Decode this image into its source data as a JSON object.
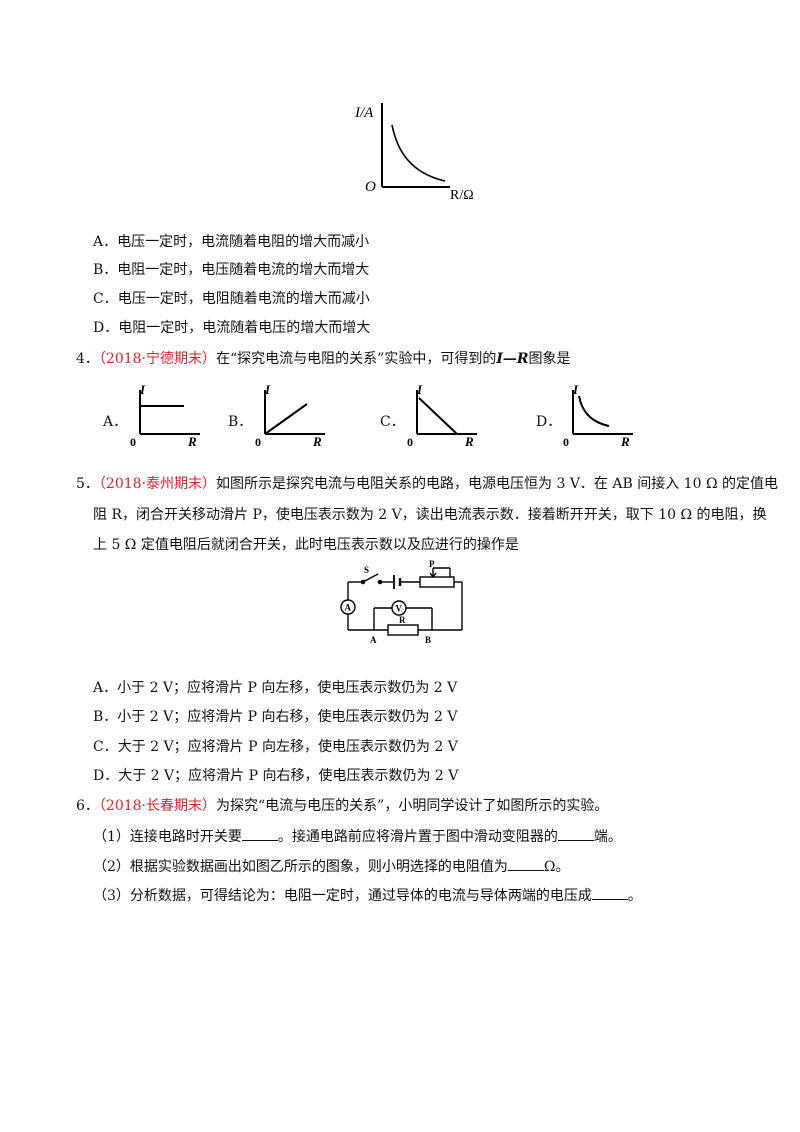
{
  "fig1": {
    "y_label": "I/A",
    "origin": "O",
    "x_label": "R/Ω"
  },
  "q3": {
    "options": [
      {
        "letter": "A．",
        "text": "电压一定时，电流随着电阻的增大而减小"
      },
      {
        "letter": "B．",
        "text": "电阻一定时，电压随着电流的增大而增大"
      },
      {
        "letter": "C．",
        "text": "电压一定时，电阻随着电流的增大而减小"
      },
      {
        "letter": "D．",
        "text": "电阻一定时，电流随着电压的增大而增大"
      }
    ]
  },
  "q4": {
    "number": "4．",
    "source": "（2018·宁德期末）",
    "stem_a": "在“探究电流与电阻的关系”实验中，可得到的",
    "stem_var": "I—R",
    "stem_b": "图象是",
    "graphs": [
      {
        "letter": "A．",
        "y": "I",
        "o": "0",
        "x": "R"
      },
      {
        "letter": "B．",
        "y": "I",
        "o": "0",
        "x": "R"
      },
      {
        "letter": "C．",
        "y": "I",
        "o": "0",
        "x": "R"
      },
      {
        "letter": "D．",
        "y": "I",
        "o": "0",
        "x": "R"
      }
    ]
  },
  "q5": {
    "number": "5．",
    "source": "（2018·泰州期末）",
    "line1": "如图所示是探究电流与电阻关系的电路，电源电压恒为 3 V．在 AB 间接入 10 Ω 的定值电",
    "line2": "阻 R，闭合开关移动滑片 P，使电压表示数为 2 V，读出电流表示数．接着断开开关，取下 10 Ω 的电阻，换",
    "line3": "上 5 Ω 定值电阻后就闭合开关，此时电压表示数以及应进行的操作是",
    "circuit": {
      "switch": "S",
      "slider": "P",
      "ammeter": "A",
      "voltmeter": "V",
      "resistor": "R",
      "left_end": "A",
      "right_end": "B"
    },
    "options": [
      {
        "letter": "A．",
        "text": "小于 2 V；应将滑片 P 向左移，使电压表示数仍为 2 V"
      },
      {
        "letter": "B．",
        "text": "小于 2 V；应将滑片 P 向右移，使电压表示数仍为 2 V"
      },
      {
        "letter": "C．",
        "text": "大于 2 V；应将滑片 P 向左移，使电压表示数仍为 2 V"
      },
      {
        "letter": "D．",
        "text": "大于 2 V；应将滑片 P 向右移，使电压表示数仍为 2 V"
      }
    ]
  },
  "q6": {
    "number": "6．",
    "source": "（2018·长春期末）",
    "stem": "为探究“电流与电压的关系”，小明同学设计了如图所示的实验。",
    "sub1_a": "（1）连接电路时开关要",
    "sub1_b": "。接通电路前应将滑片置于图中滑动变阻器的",
    "sub1_c": "端。",
    "sub2_a": "（2）根据实验数据画出如图乙所示的图象，则小明选择的电阻值为",
    "sub2_b": "Ω。",
    "sub3_a": "（3）分析数据，可得结论为：电阻一定时，通过导体的电流与导体两端的电压成",
    "sub3_b": "。"
  }
}
